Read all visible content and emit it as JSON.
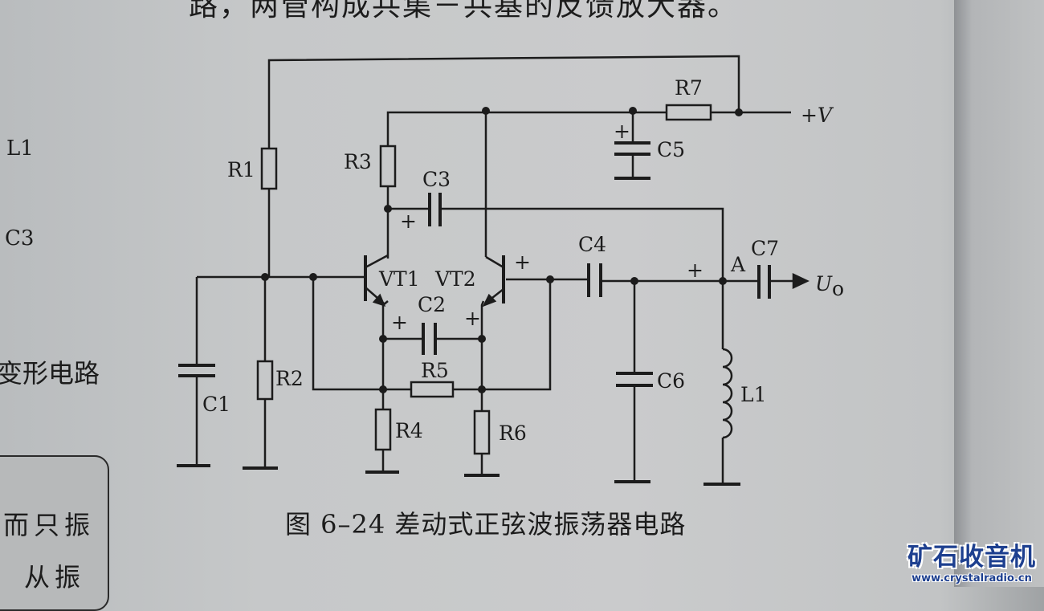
{
  "page": {
    "top_text": "路，两管构成共集－共基的反馈放大器。",
    "margin_labels": [
      "L1",
      "C3",
      "变形电路"
    ],
    "note_box_lines": [
      "而只振",
      "从振"
    ]
  },
  "figure": {
    "caption": "图 6–24   差动式正弦波振荡器电路",
    "components": {
      "R1": "R1",
      "R2": "R2",
      "R3": "R3",
      "R4": "R4",
      "R5": "R5",
      "R6": "R6",
      "R7": "R7",
      "C1": "C1",
      "C2": "C2",
      "C3": "C3",
      "C4": "C4",
      "C5": "C5",
      "C6": "C6",
      "C7": "C7",
      "L1": "L1",
      "VT1": "VT1",
      "VT2": "VT2"
    },
    "node_A": "A",
    "supply": "+V",
    "output": "U",
    "output_sub": "o",
    "plus": "+"
  },
  "watermark": {
    "title": "矿石收音机",
    "url": "www.crystalradio.cn"
  }
}
